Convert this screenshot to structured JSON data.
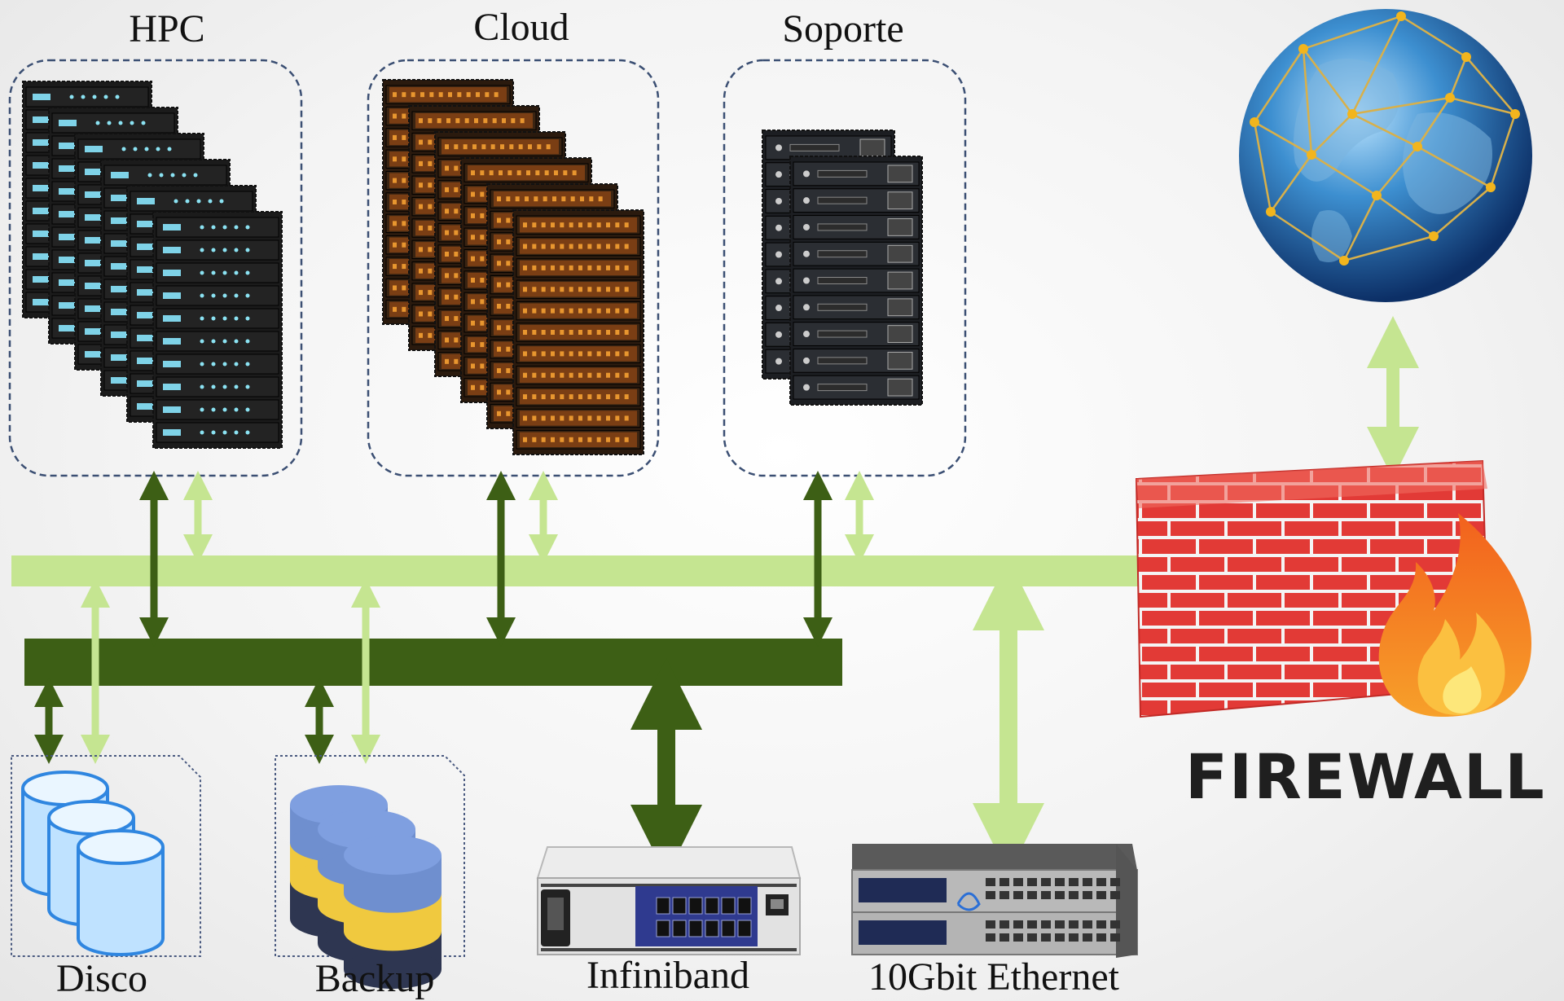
{
  "groups": {
    "hpc": "HPC",
    "cloud": "Cloud",
    "support": "Soporte"
  },
  "storage": {
    "disk": "Disco",
    "backup": "Backup"
  },
  "network": {
    "infiniband": "Infiniband",
    "ethernet": "10Gbit Ethernet"
  },
  "firewall": "FIREWALL",
  "colors": {
    "ethernet_bus": "#c5e591",
    "infiniband_bus": "#3d5f15",
    "brick": "#e23a36",
    "flame": "#f58a1f"
  },
  "icons": [
    "server-rack-icon",
    "database-icon",
    "infiniband-switch-icon",
    "ethernet-switch-icon",
    "globe-icon",
    "brick-wall-icon",
    "flame-icon"
  ]
}
